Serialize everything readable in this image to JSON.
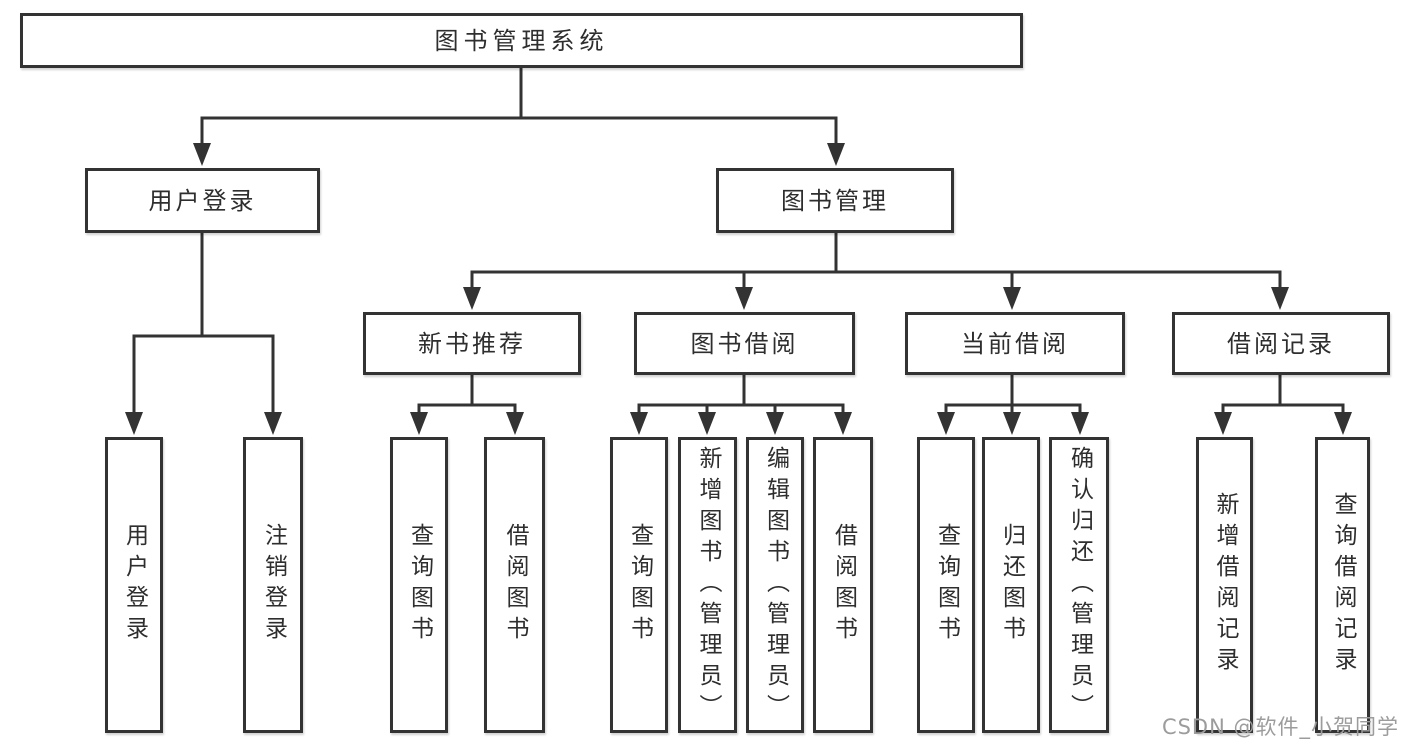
{
  "diagram": {
    "root": {
      "label": "图书管理系统"
    },
    "level2": {
      "user_login": {
        "label": "用户登录"
      },
      "book_mgmt": {
        "label": "图书管理"
      }
    },
    "level3": {
      "new_book": {
        "label": "新书推荐"
      },
      "book_borrow": {
        "label": "图书借阅"
      },
      "current_borrow": {
        "label": "当前借阅"
      },
      "borrow_record": {
        "label": "借阅记录"
      }
    },
    "leaves": {
      "user_login": [
        "用户登录",
        "注销登录"
      ],
      "new_book": [
        "查询图书",
        "借阅图书"
      ],
      "book_borrow": [
        "查询图书",
        "新增图书（管理员）",
        "编辑图书（管理员）",
        "借阅图书"
      ],
      "current_borrow": [
        "查询图书",
        "归还图书",
        "确认归还（管理员）"
      ],
      "borrow_record": [
        "新增借阅记录",
        "查询借阅记录"
      ]
    }
  },
  "watermark": {
    "text": "CSDN @软件_小贺同学"
  },
  "colors": {
    "line": "#333333",
    "text": "#2e2e2e",
    "watermark": "#9c9c9c",
    "background": "#ffffff"
  }
}
